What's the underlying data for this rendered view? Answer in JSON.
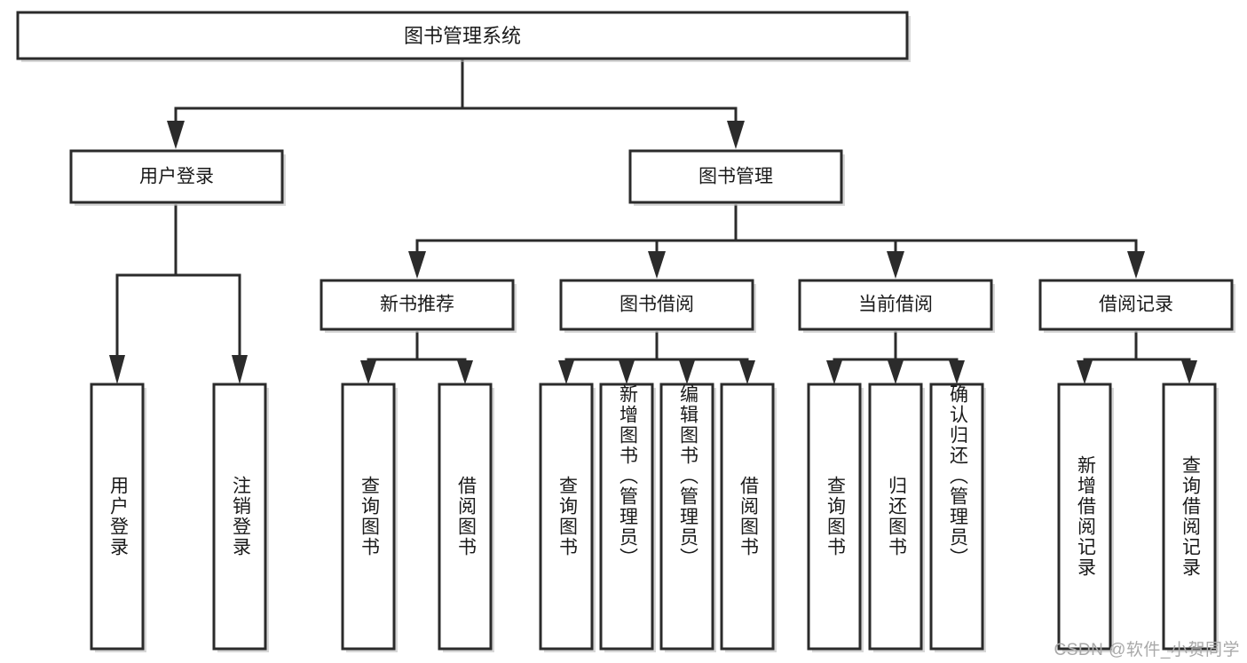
{
  "diagram": {
    "type": "tree",
    "title": "图书管理系统",
    "watermark": "CSDN @软件_小贺同学",
    "colors": {
      "box_fill": "#ffffff",
      "box_stroke": "#2b2b2b",
      "text": "#1a1a1a",
      "connector": "#2b2b2b",
      "watermark": "#a9a9a9",
      "background": "#ffffff"
    },
    "root": {
      "label": "图书管理系统"
    },
    "level2": [
      {
        "label": "用户登录"
      },
      {
        "label": "图书管理"
      }
    ],
    "level3": [
      {
        "label": "新书推荐"
      },
      {
        "label": "图书借阅"
      },
      {
        "label": "当前借阅"
      },
      {
        "label": "借阅记录"
      }
    ],
    "leaves": {
      "user_login": [
        {
          "label": "用户登录"
        },
        {
          "label": "注销登录"
        }
      ],
      "new_book_recommend": [
        {
          "label": "查询图书"
        },
        {
          "label": "借阅图书"
        }
      ],
      "book_borrow": [
        {
          "label": "查询图书"
        },
        {
          "label": "新增图书（管理员）"
        },
        {
          "label": "编辑图书（管理员）"
        },
        {
          "label": "借阅图书"
        }
      ],
      "current_borrow": [
        {
          "label": "查询图书"
        },
        {
          "label": "归还图书"
        },
        {
          "label": "确认归还（管理员）"
        }
      ],
      "borrow_record": [
        {
          "label": "新增借阅记录"
        },
        {
          "label": "查询借阅记录"
        }
      ]
    }
  }
}
